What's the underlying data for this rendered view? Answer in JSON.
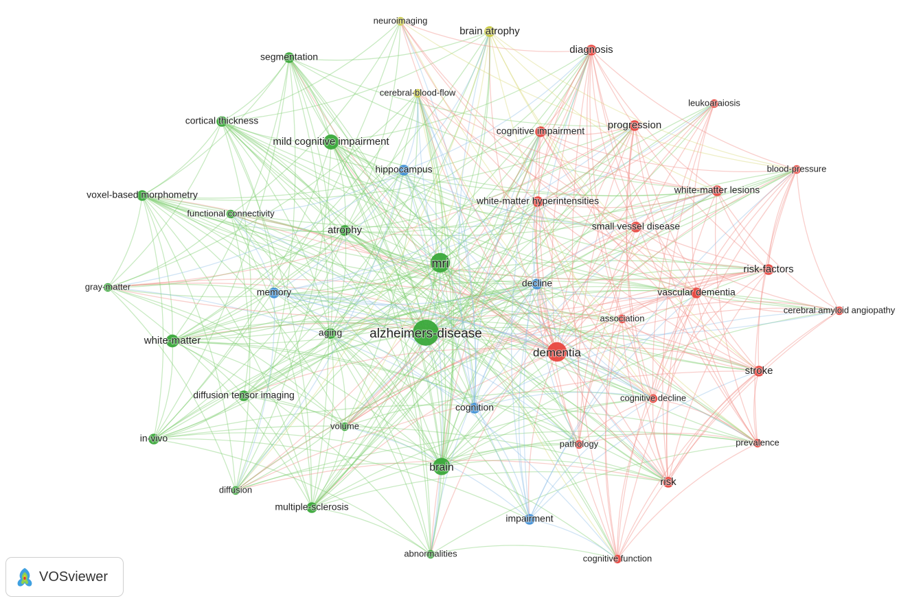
{
  "brand": {
    "name": "VOSviewer",
    "icon": "vosviewer-logo-icon"
  },
  "clusters": [
    {
      "id": 1,
      "color": "#e8473f",
      "edge_color": "#f08a82"
    },
    {
      "id": 2,
      "color": "#3aa83a",
      "edge_color": "#7ccc6e"
    },
    {
      "id": 3,
      "color": "#3f8fd6",
      "edge_color": "#8fbfe8"
    },
    {
      "id": 4,
      "color": "#c8c83a",
      "edge_color": "#d9d97a"
    }
  ],
  "nodes": [
    {
      "id": "alzheimers-disease",
      "label": "alzheimers-disease",
      "cluster": 2,
      "weight": 10
    },
    {
      "id": "mri",
      "label": "mri",
      "cluster": 2,
      "weight": 7
    },
    {
      "id": "brain",
      "label": "brain",
      "cluster": 2,
      "weight": 6
    },
    {
      "id": "dementia",
      "label": "dementia",
      "cluster": 1,
      "weight": 7
    },
    {
      "id": "mild-cognitive-impairment",
      "label": "mild cognitive impairment",
      "cluster": 2,
      "weight": 5
    },
    {
      "id": "white-matter",
      "label": "white-matter",
      "cluster": 2,
      "weight": 4
    },
    {
      "id": "segmentation",
      "label": "segmentation",
      "cluster": 2,
      "weight": 3
    },
    {
      "id": "cortical-thickness",
      "label": "cortical thickness",
      "cluster": 2,
      "weight": 3
    },
    {
      "id": "voxel-based-morphometry",
      "label": "voxel-based morphometry",
      "cluster": 2,
      "weight": 3
    },
    {
      "id": "functional-connectivity",
      "label": "functional connectivity",
      "cluster": 2,
      "weight": 2
    },
    {
      "id": "gray-matter",
      "label": "gray-matter",
      "cluster": 2,
      "weight": 2
    },
    {
      "id": "atrophy",
      "label": "atrophy",
      "cluster": 2,
      "weight": 3
    },
    {
      "id": "aging",
      "label": "aging",
      "cluster": 2,
      "weight": 3
    },
    {
      "id": "diffusion-tensor-imaging",
      "label": "diffusion tensor imaging",
      "cluster": 2,
      "weight": 3
    },
    {
      "id": "volume",
      "label": "volume",
      "cluster": 2,
      "weight": 2
    },
    {
      "id": "in-vivo",
      "label": "in-vivo",
      "cluster": 2,
      "weight": 3
    },
    {
      "id": "diffusion",
      "label": "diffusion",
      "cluster": 2,
      "weight": 2
    },
    {
      "id": "multiple-sclerosis",
      "label": "multiple-sclerosis",
      "cluster": 2,
      "weight": 3
    },
    {
      "id": "abnormalities",
      "label": "abnormalities",
      "cluster": 2,
      "weight": 2
    },
    {
      "id": "hippocampus",
      "label": "hippocampus",
      "cluster": 3,
      "weight": 3
    },
    {
      "id": "memory",
      "label": "memory",
      "cluster": 3,
      "weight": 3
    },
    {
      "id": "decline",
      "label": "decline",
      "cluster": 3,
      "weight": 3
    },
    {
      "id": "cognition",
      "label": "cognition",
      "cluster": 3,
      "weight": 3
    },
    {
      "id": "impairment",
      "label": "impairment",
      "cluster": 3,
      "weight": 3
    },
    {
      "id": "neuroimaging",
      "label": "neuroimaging",
      "cluster": 4,
      "weight": 2
    },
    {
      "id": "brain-atrophy",
      "label": "brain atrophy",
      "cluster": 4,
      "weight": 3
    },
    {
      "id": "cerebral-blood-flow",
      "label": "cerebral-blood-flow",
      "cluster": 4,
      "weight": 2
    },
    {
      "id": "diagnosis",
      "label": "diagnosis",
      "cluster": 1,
      "weight": 3
    },
    {
      "id": "leukoaraiosis",
      "label": "leukoaraiosis",
      "cluster": 1,
      "weight": 2
    },
    {
      "id": "cognitive-impairment",
      "label": "cognitive impairment",
      "cluster": 1,
      "weight": 3
    },
    {
      "id": "progression",
      "label": "progression",
      "cluster": 1,
      "weight": 3
    },
    {
      "id": "blood-pressure",
      "label": "blood-pressure",
      "cluster": 1,
      "weight": 2
    },
    {
      "id": "white-matter-lesions",
      "label": "white-matter lesions",
      "cluster": 1,
      "weight": 3
    },
    {
      "id": "white-matter-hyperintensities",
      "label": "white-matter hyperintensities",
      "cluster": 1,
      "weight": 3
    },
    {
      "id": "small-vessel-disease",
      "label": "small vessel disease",
      "cluster": 1,
      "weight": 3
    },
    {
      "id": "risk-factors",
      "label": "risk-factors",
      "cluster": 1,
      "weight": 3
    },
    {
      "id": "vascular-dementia",
      "label": "vascular dementia",
      "cluster": 1,
      "weight": 3
    },
    {
      "id": "cerebral-amyloid-angiopathy",
      "label": "cerebral amyloid angiopathy",
      "cluster": 1,
      "weight": 2
    },
    {
      "id": "association",
      "label": "association",
      "cluster": 1,
      "weight": 2
    },
    {
      "id": "stroke",
      "label": "stroke",
      "cluster": 1,
      "weight": 3
    },
    {
      "id": "cognitive-decline",
      "label": "cognitive decline",
      "cluster": 1,
      "weight": 2
    },
    {
      "id": "pathology",
      "label": "pathology",
      "cluster": 1,
      "weight": 2
    },
    {
      "id": "prevalence",
      "label": "prevalence",
      "cluster": 1,
      "weight": 2
    },
    {
      "id": "risk",
      "label": "risk",
      "cluster": 1,
      "weight": 3
    },
    {
      "id": "cognitive-function",
      "label": "cognitive function",
      "cluster": 1,
      "weight": 2
    }
  ]
}
